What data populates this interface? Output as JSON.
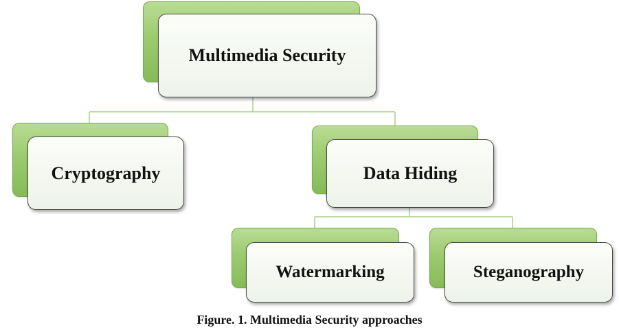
{
  "diagram": {
    "type": "hierarchy",
    "root": {
      "label": "Multimedia Security",
      "children": [
        {
          "label": "Cryptography"
        },
        {
          "label": "Data Hiding",
          "children": [
            {
              "label": "Watermarking"
            },
            {
              "label": "Steganography"
            }
          ]
        }
      ]
    },
    "colors": {
      "accent_green": "#9ccb6f",
      "box_fill": "#eef3ea",
      "box_border": "#4a4a4a",
      "connector": "#a9cf86"
    }
  },
  "caption": "Figure. 1. Multimedia Security approaches"
}
